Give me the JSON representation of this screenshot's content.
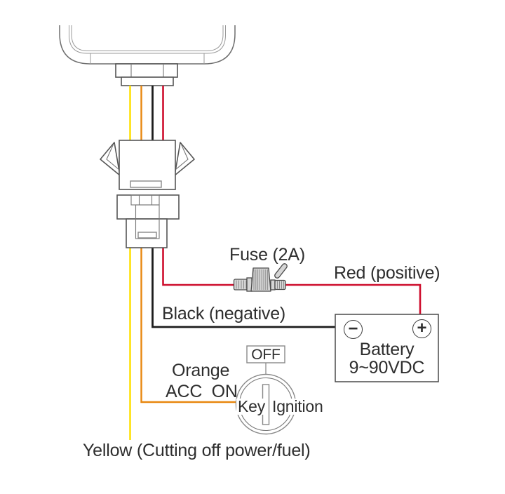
{
  "labels": {
    "fuse": "Fuse (2A)",
    "red_wire": "Red (positive)",
    "black_wire": "Black (negative)",
    "orange_wire": "Orange",
    "acc_on": "ACC  ON",
    "off": "OFF",
    "key": "Key",
    "ignition": "Ignition",
    "battery_name": "Battery",
    "battery_voltage": "9~90VDC",
    "yellow_wire": "Yellow (Cutting off power/fuel)"
  },
  "icons": {
    "minus_terminal": "−",
    "plus_terminal": "+"
  },
  "colors": {
    "yellow_wire": "#FFE10A",
    "orange_wire": "#E8870F",
    "black_wire": "#1C1C1C",
    "red_wire": "#CE0E2D",
    "outline_gray": "#6E6E6E",
    "connector_gray": "#555555",
    "fuse_fill": "#D6D6D6",
    "text": "#2E2E2E"
  }
}
